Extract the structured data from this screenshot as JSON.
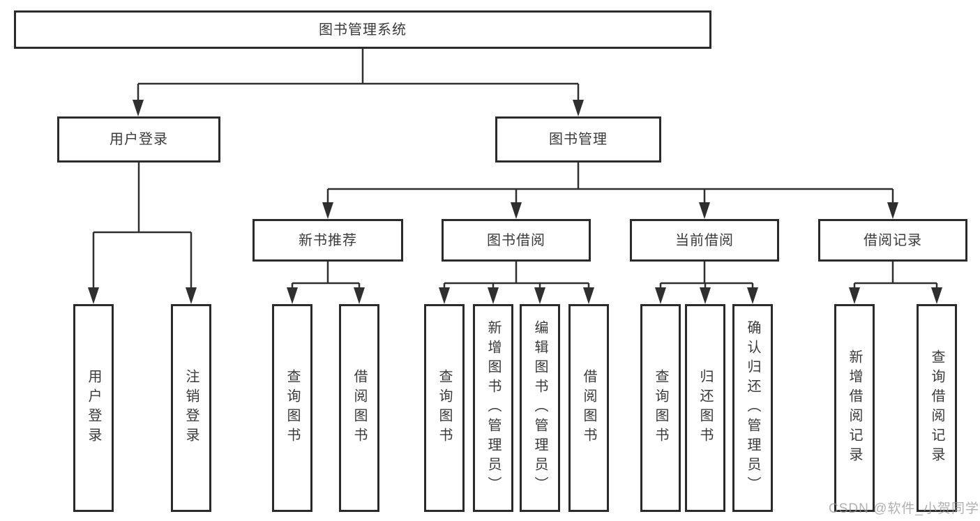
{
  "diagram": {
    "root": {
      "label": "图书管理系统"
    },
    "branches": [
      {
        "label": "用户登录",
        "leaves": [
          {
            "label": "用户登录"
          },
          {
            "label": "注销登录"
          }
        ]
      },
      {
        "label": "图书管理",
        "groups": [
          {
            "label": "新书推荐",
            "leaves": [
              {
                "label": "查询图书"
              },
              {
                "label": "借阅图书"
              }
            ]
          },
          {
            "label": "图书借阅",
            "leaves": [
              {
                "label": "查询图书"
              },
              {
                "label": "新增图书（管理员）"
              },
              {
                "label": "编辑图书（管理员）"
              },
              {
                "label": "借阅图书"
              }
            ]
          },
          {
            "label": "当前借阅",
            "leaves": [
              {
                "label": "查询图书"
              },
              {
                "label": "归还图书"
              },
              {
                "label": "确认归还（管理员）"
              }
            ]
          },
          {
            "label": "借阅记录",
            "leaves": [
              {
                "label": "新增借阅记录"
              },
              {
                "label": "查询借阅记录"
              }
            ]
          }
        ]
      }
    ]
  },
  "watermark": {
    "text": "CSDN @软件_小贺同学"
  },
  "colors": {
    "line": "#2f2f2f",
    "border": "#2b2b2b",
    "text": "#3a3a3a",
    "watermark": "#969696",
    "background": "#ffffff"
  }
}
